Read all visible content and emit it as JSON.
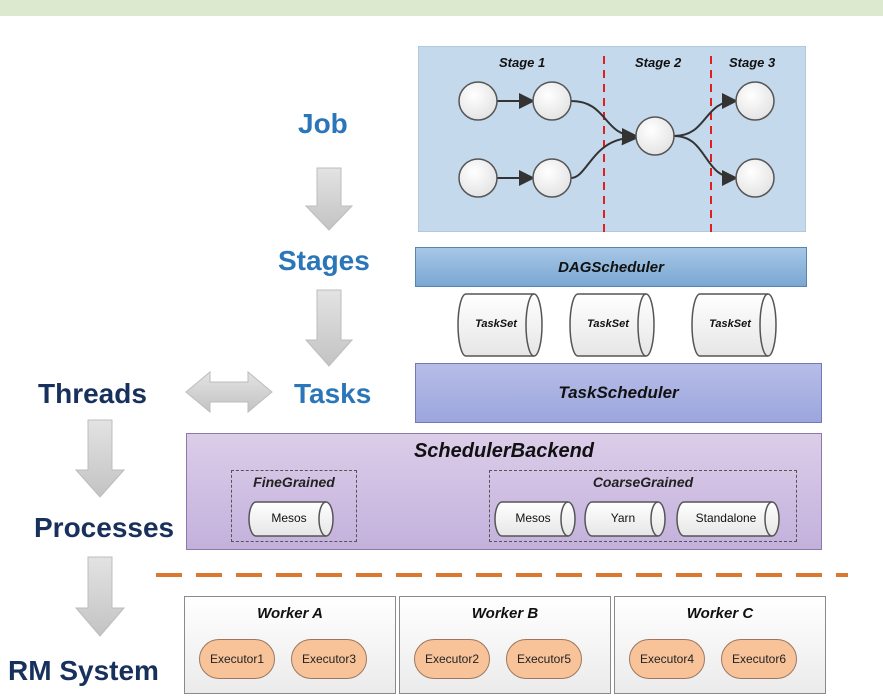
{
  "labels": {
    "job": "Job",
    "stages": "Stages",
    "tasks": "Tasks",
    "threads": "Threads",
    "processes": "Processes",
    "rm_system": "RM System"
  },
  "dag_panel": {
    "stage1": "Stage 1",
    "stage2": "Stage 2",
    "stage3": "Stage 3"
  },
  "dag_scheduler": "DAGScheduler",
  "tasksets": [
    "TaskSet",
    "TaskSet",
    "TaskSet"
  ],
  "task_scheduler": "TaskScheduler",
  "scheduler_backend": {
    "title": "SchedulerBackend",
    "fine_grained": {
      "title": "FineGrained",
      "items": [
        "Mesos"
      ]
    },
    "coarse_grained": {
      "title": "CoarseGrained",
      "items": [
        "Mesos",
        "Yarn",
        "Standalone"
      ]
    }
  },
  "workers": [
    {
      "name": "Worker A",
      "executors": [
        "Executor1",
        "Executor3"
      ]
    },
    {
      "name": "Worker B",
      "executors": [
        "Executor2",
        "Executor5"
      ]
    },
    {
      "name": "Worker C",
      "executors": [
        "Executor4",
        "Executor6"
      ]
    }
  ],
  "colors": {
    "dag_panel_bg": "#c5d9ec",
    "label_blue": "#2a76b9",
    "label_navy": "#17305c",
    "divider_orange": "#d9782e",
    "stage_divider_red": "#e02020",
    "executor_fill": "#f9c39a"
  }
}
